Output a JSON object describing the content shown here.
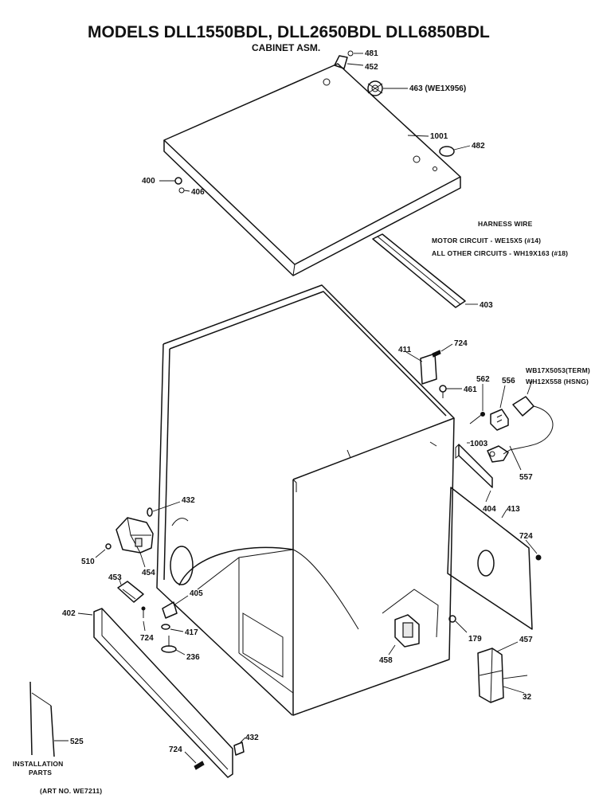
{
  "header": {
    "title": "MODELS DLL1550BDL, DLL2650BDL  DLL6850BDL",
    "subtitle": "CABINET ASM."
  },
  "harness_note": {
    "heading": "HARNESS WIRE",
    "line1": "MOTOR CIRCUIT - WE15X5 (#14)",
    "line2": "ALL OTHER CIRCUITS - WH19X163 (#18)"
  },
  "callouts": {
    "c481": "481",
    "c452": "452",
    "c463": "463 (WE1X956)",
    "c1001": "1001",
    "c482": "482",
    "c400": "400",
    "c406": "406",
    "c403": "403",
    "c411": "411",
    "c724_top": "724",
    "c461": "461",
    "c562": "562",
    "c556": "556",
    "c_term": "WB17X5053(TERM)",
    "c_hsng": "WH12X558 (HSNG)",
    "c1003": "1003",
    "c557": "557",
    "c404": "404",
    "c413": "413",
    "c724_right": "724",
    "c432_left": "432",
    "c510": "510",
    "c454": "454",
    "c453": "453",
    "c405": "405",
    "c402": "402",
    "c724_mid": "724",
    "c417": "417",
    "c236": "236",
    "c179": "179",
    "c457": "457",
    "c458": "458",
    "c32": "32",
    "c525": "525",
    "c724_bottom": "724",
    "c432_bottom": "432"
  },
  "installation": {
    "line1": "INSTALLATION",
    "line2": "PARTS",
    "line3": "(ART NO. WE7211)"
  }
}
